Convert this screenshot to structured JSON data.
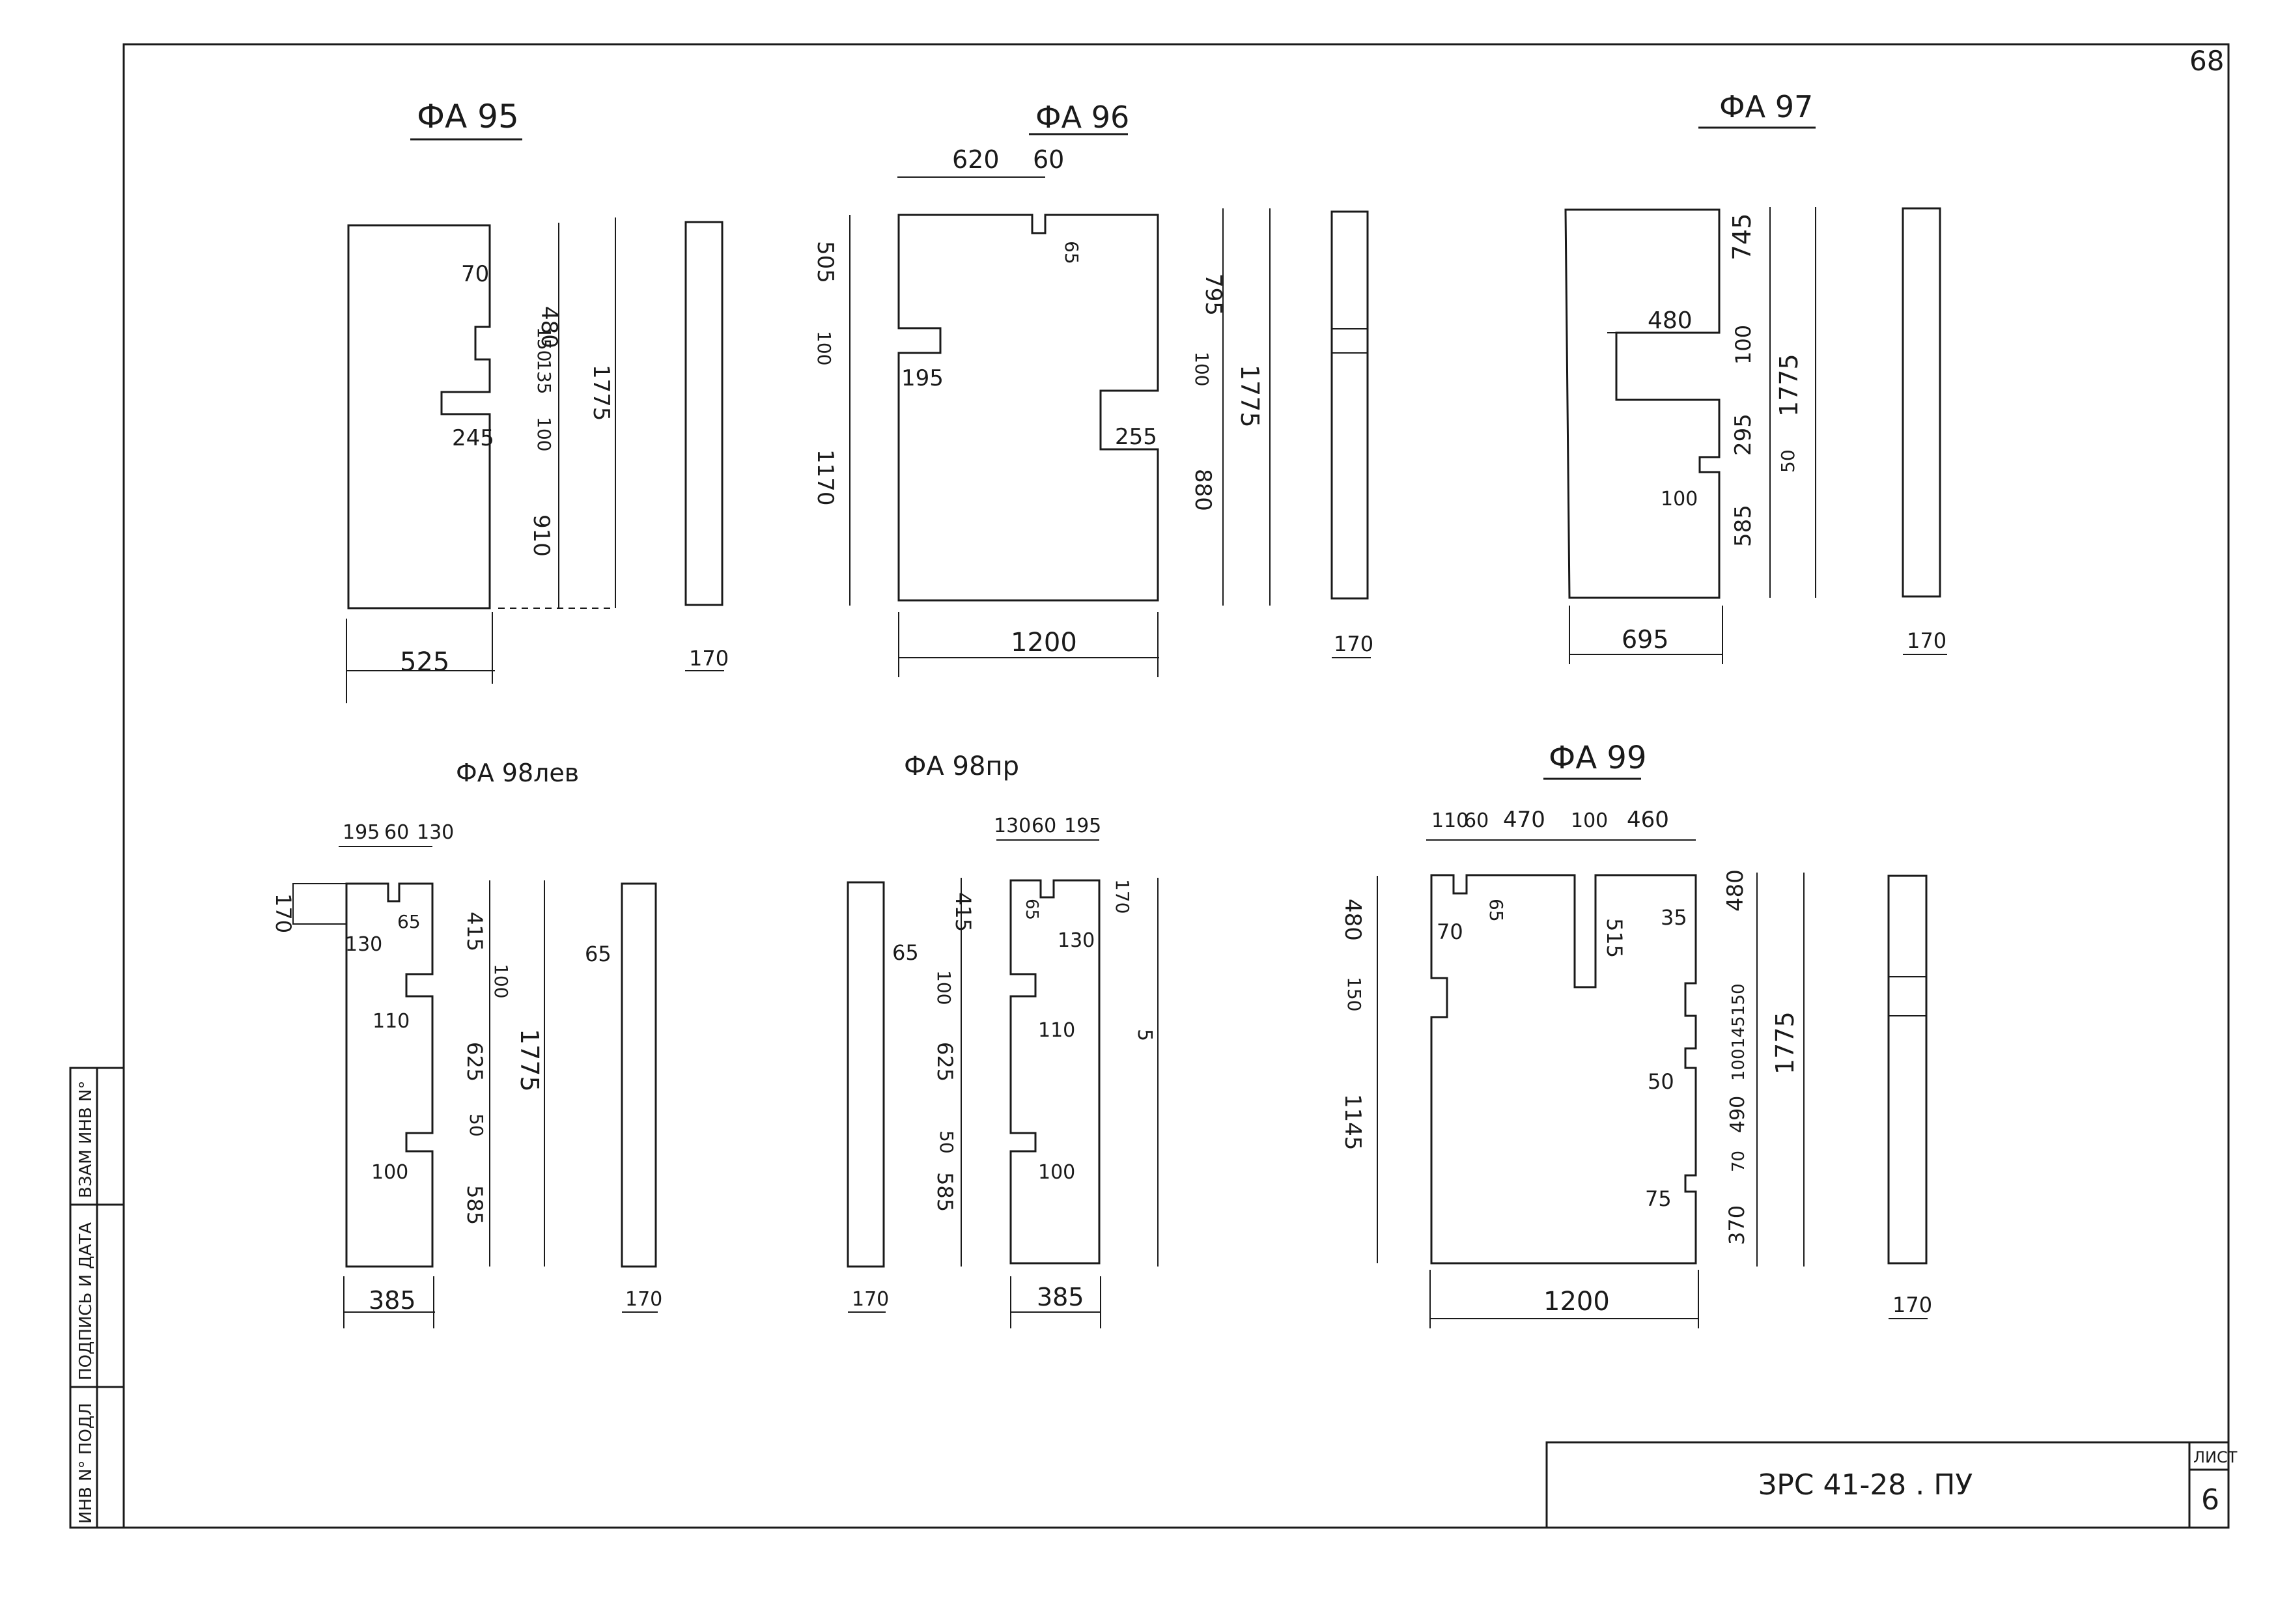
{
  "sheet": {
    "page_number": "68",
    "document_code": "ЗРС 41-28 . ПУ",
    "sheet_label": "ЛИСТ",
    "sheet_number": "6"
  },
  "side_stamp": {
    "cells": [
      "ИНВ N° ПОДЛ",
      "ПОДПИСЬ И ДАТА",
      "ВЗАМ ИНВ N°"
    ]
  },
  "panels": {
    "fa95": {
      "title": "ФА 95",
      "dims": [
        "70",
        "480",
        "150",
        "135",
        "100",
        "1775",
        "245",
        "910",
        "525",
        "170"
      ]
    },
    "fa96": {
      "title": "ФА 96",
      "dims": [
        "620",
        "60",
        "505",
        "65",
        "795",
        "100",
        "195",
        "100",
        "1775",
        "255",
        "1170",
        "880",
        "1200",
        "170"
      ]
    },
    "fa97": {
      "title": "ФА 97",
      "dims": [
        "480",
        "745",
        "100",
        "1775",
        "295",
        "50",
        "100",
        "585",
        "695",
        "170"
      ]
    },
    "fa98lev": {
      "title": "ФА 98лев",
      "dims": [
        "195",
        "60",
        "130",
        "170",
        "130",
        "65",
        "415",
        "100",
        "110",
        "625",
        "1775",
        "50",
        "100",
        "585",
        "65",
        "385",
        "170"
      ]
    },
    "fa98pr": {
      "title": "ФА 98пр",
      "dims": [
        "130",
        "60",
        "195",
        "415",
        "65",
        "170",
        "130",
        "65",
        "100",
        "110",
        "625",
        "5",
        "50",
        "100",
        "585",
        "170",
        "385"
      ]
    },
    "fa99": {
      "title": "ФА 99",
      "dims": [
        "110",
        "60",
        "470",
        "100",
        "460",
        "480",
        "65",
        "515",
        "35",
        "480",
        "70",
        "150",
        "150",
        "145",
        "1775",
        "1145",
        "100",
        "50",
        "490",
        "70",
        "75",
        "370",
        "1200",
        "170"
      ]
    }
  }
}
